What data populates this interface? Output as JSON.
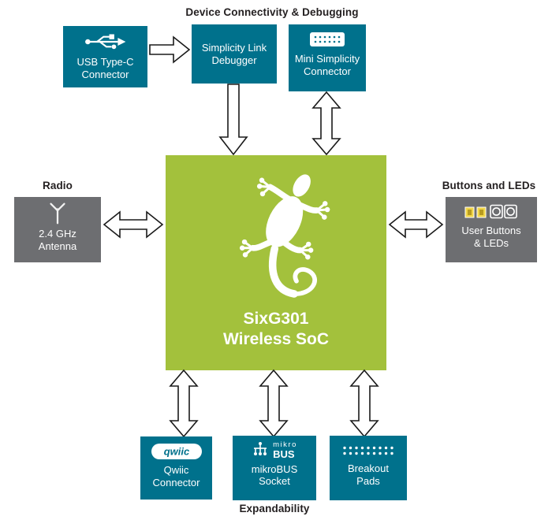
{
  "colors": {
    "teal": "#00718C",
    "green": "#A3C13C",
    "gray": "#6D6E71",
    "led_yellow": "#F0D548",
    "arrow_fill": "#FFFFFF",
    "arrow_stroke": "#1A1A1A",
    "label_dark": "#231F20"
  },
  "labels": {
    "top_section": "Device Connectivity & Debugging",
    "radio": "Radio",
    "buttons_and_leds": "Buttons and LEDs",
    "expandability": "Expandability"
  },
  "blocks": {
    "usb": {
      "line1": "USB Type-C",
      "line2": "Connector"
    },
    "debugger": {
      "line1": "Simplicity Link",
      "line2": "Debugger"
    },
    "mini_simplicity": {
      "line1": "Mini Simplicity",
      "line2": "Connector"
    },
    "antenna": {
      "line1": "2.4 GHz",
      "line2": "Antenna"
    },
    "user_buttons": {
      "line1": "User Buttons",
      "line2": "& LEDs"
    },
    "soc": {
      "line1": "SixG301",
      "line2": "Wireless SoC"
    },
    "qwiic": {
      "logo": "qwiic",
      "line1": "Qwiic",
      "line2": "Connector"
    },
    "mikrobus": {
      "logo_top": "mikro",
      "logo_bottom": "BUS",
      "line1": "mikroBUS",
      "line2": "Socket"
    },
    "breakout": {
      "line1": "Breakout",
      "line2": "Pads"
    }
  },
  "icons": {
    "usb": "usb-trident-icon",
    "mini_simplicity": "pin-header-icon",
    "antenna": "antenna-icon",
    "user_buttons": "leds-and-buttons-icon",
    "qwiic": "qwiic-logo",
    "mikrobus": "mikrobus-logo",
    "breakout": "dot-grid-icon",
    "soc": "gecko-logo"
  }
}
